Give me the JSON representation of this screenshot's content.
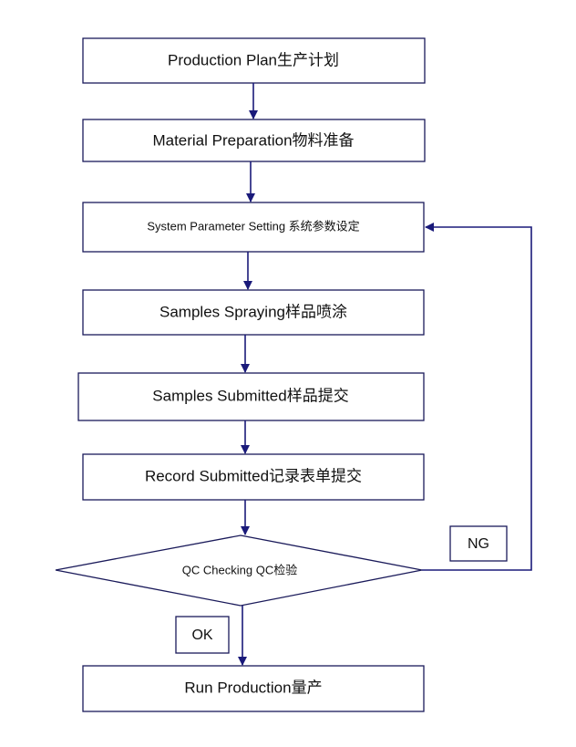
{
  "flowchart": {
    "steps": [
      "Production Plan生产计划",
      "Material Preparation物料准备",
      "System Parameter Setting 系统参数设定",
      "Samples Spraying样品喷涂",
      "Samples Submitted样品提交",
      "Record Submitted记录表单提交"
    ],
    "decision": "QC Checking QC检验",
    "fail_label": "NG",
    "pass_label": "OK",
    "final_step": "Run Production量产"
  },
  "colors": {
    "arrow": "#1a1a7a",
    "box_border": "#1a1a5a",
    "text": "#111111",
    "background": "#ffffff"
  }
}
